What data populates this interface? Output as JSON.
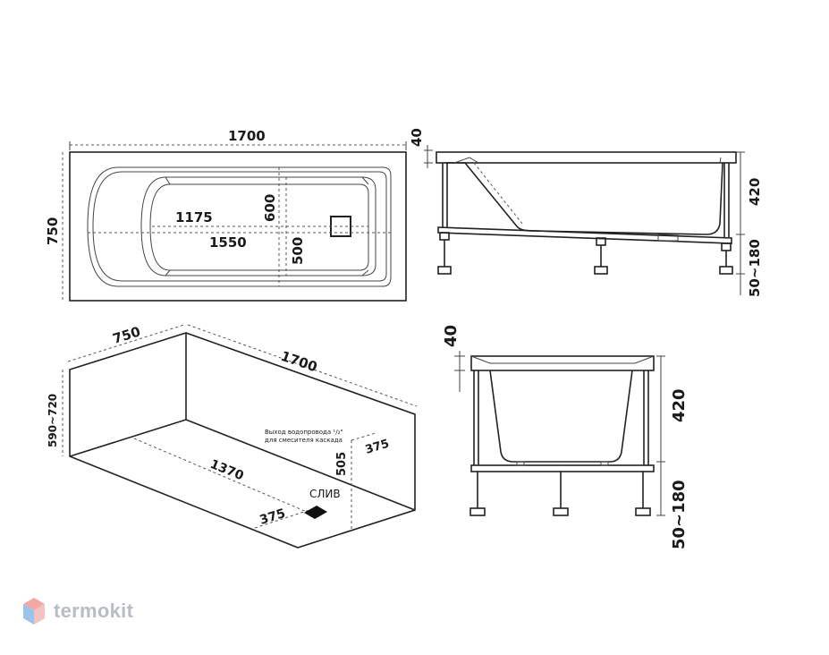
{
  "top_view": {
    "length": "1700",
    "width": "750",
    "inner_length": "1175",
    "bottom_length": "1550",
    "inner_width": "600",
    "bottom_width": "500"
  },
  "side_view": {
    "rim": "40",
    "height": "420",
    "legs": "50~180"
  },
  "iso_view": {
    "width": "750",
    "length": "1700",
    "height": "590~720",
    "pipe_note_line1": "Выход водопровода ¹/₂\"",
    "pipe_note_line2": "для смесителя каскада",
    "pipe_offset": "375",
    "pipe_height": "505",
    "floor_length": "1370",
    "drain_offset": "375",
    "drain_label": "СЛИВ"
  },
  "end_view": {
    "rim": "40",
    "height": "420",
    "legs": "50~180"
  },
  "brand": {
    "name": "termokit",
    "colors": {
      "top": "#f4a7a7",
      "side_left": "#9cc3ec",
      "side_right": "#f5c2c2"
    }
  }
}
